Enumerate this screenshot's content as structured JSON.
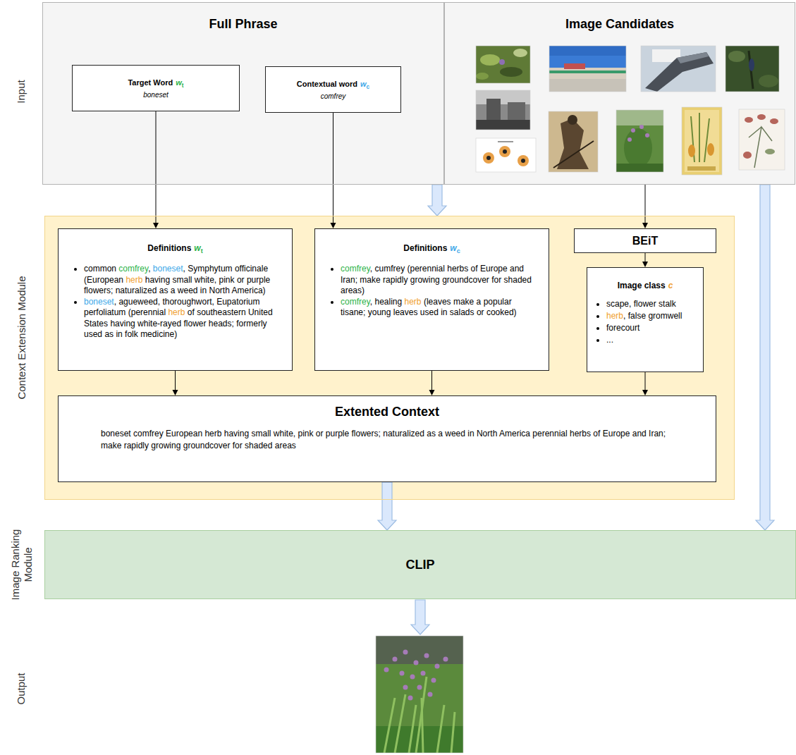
{
  "diagram": {
    "nodes": [
      {
        "text": [
          "Full Phrase"
        ]
      },
      {
        "text": [
          "Target Word",
          "w",
          "t",
          "boneset"
        ],
        "in": 0
      },
      {
        "text": [
          "Contextual word",
          "w",
          "c",
          "comfrey"
        ],
        "in": 0
      },
      {
        "text": [
          "Image Candidates"
        ]
      },
      {
        "text": [
          "Context Extension Module"
        ]
      },
      {
        "text": [
          "Definitions",
          "w",
          "t",
          "common comfrey, boneset, Symphytum officinale (European herb having small white, pink or purple flowers; naturalized as a weed in North America)",
          "boneset, agueweed, thoroughwort, Eupatorium perfoliatum (perennial herb of southeastern United States having white-rayed flower heads; formerly used as in folk medicine)"
        ],
        "in": 4
      },
      {
        "text": [
          "Definitions",
          "w",
          "c",
          "comfrey, cumfrey (perennial herbs of Europe and Iran; make rapidly growing groundcover for shaded areas)",
          "comfrey, healing herb (leaves make a popular tisane; young leaves used in salads or cooked)"
        ],
        "in": 4
      },
      {
        "text": [
          "BEiT"
        ],
        "in": 4
      },
      {
        "text": [
          "Image class",
          "c",
          "scape, flower stalk",
          "herb, false gromwell",
          "forecourt",
          "..."
        ],
        "in": 4
      },
      {
        "text": [
          "Extented Context",
          "boneset comfrey European herb having small white, pink or purple flowers; naturalized as a weed in North America perennial herbs of Europe and Iran; make rapidly growing groundcover for shaded areas"
        ],
        "in": 4
      },
      {
        "text": [
          "Image Ranking Module",
          "CLIP"
        ]
      }
    ],
    "edges": [
      {
        "from": 0,
        "to": 4,
        "arrow": "to"
      },
      {
        "from": 1,
        "to": 5,
        "arrow": "to"
      },
      {
        "from": 2,
        "to": 6,
        "arrow": "to"
      },
      {
        "from": 3,
        "to": 7,
        "arrow": "to"
      },
      {
        "from": 3,
        "to": 10,
        "arrow": "to"
      },
      {
        "from": 7,
        "to": 8,
        "arrow": "to"
      },
      {
        "from": 5,
        "to": 9,
        "arrow": "to"
      },
      {
        "from": 6,
        "to": 9,
        "arrow": "to"
      },
      {
        "from": 8,
        "to": 9,
        "arrow": "to"
      },
      {
        "from": 9,
        "to": 10,
        "arrow": "to"
      }
    ],
    "labels": [
      "Input",
      "Output"
    ]
  }
}
